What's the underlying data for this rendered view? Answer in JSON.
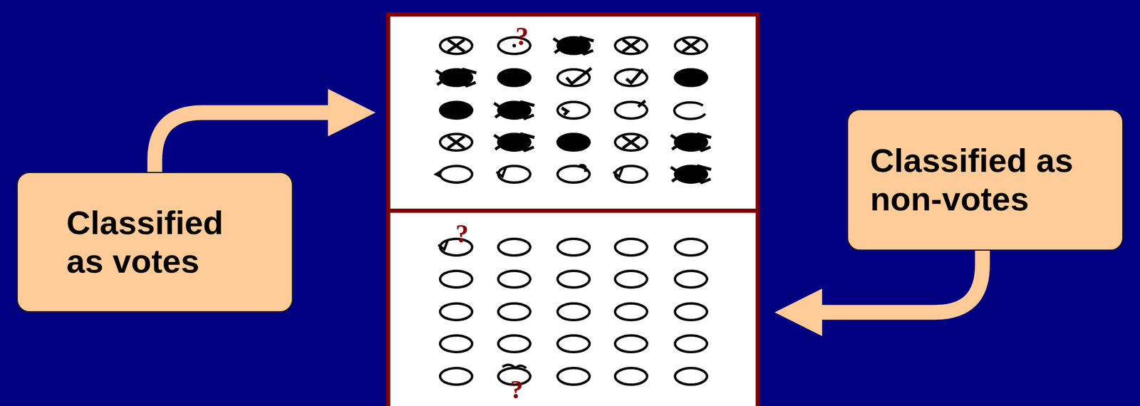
{
  "diagram": {
    "nodes": [
      {
        "text": [
          "Classified as votes"
        ]
      },
      {
        "text": [
          "?"
        ]
      },
      {
        "text": [
          "?",
          "?"
        ]
      },
      {
        "text": [
          "Classified as non-votes"
        ]
      }
    ],
    "edges": [
      {
        "from": 0,
        "to": 1,
        "arrow": "to"
      },
      {
        "from": 3,
        "to": 2,
        "arrow": "to"
      }
    ]
  }
}
